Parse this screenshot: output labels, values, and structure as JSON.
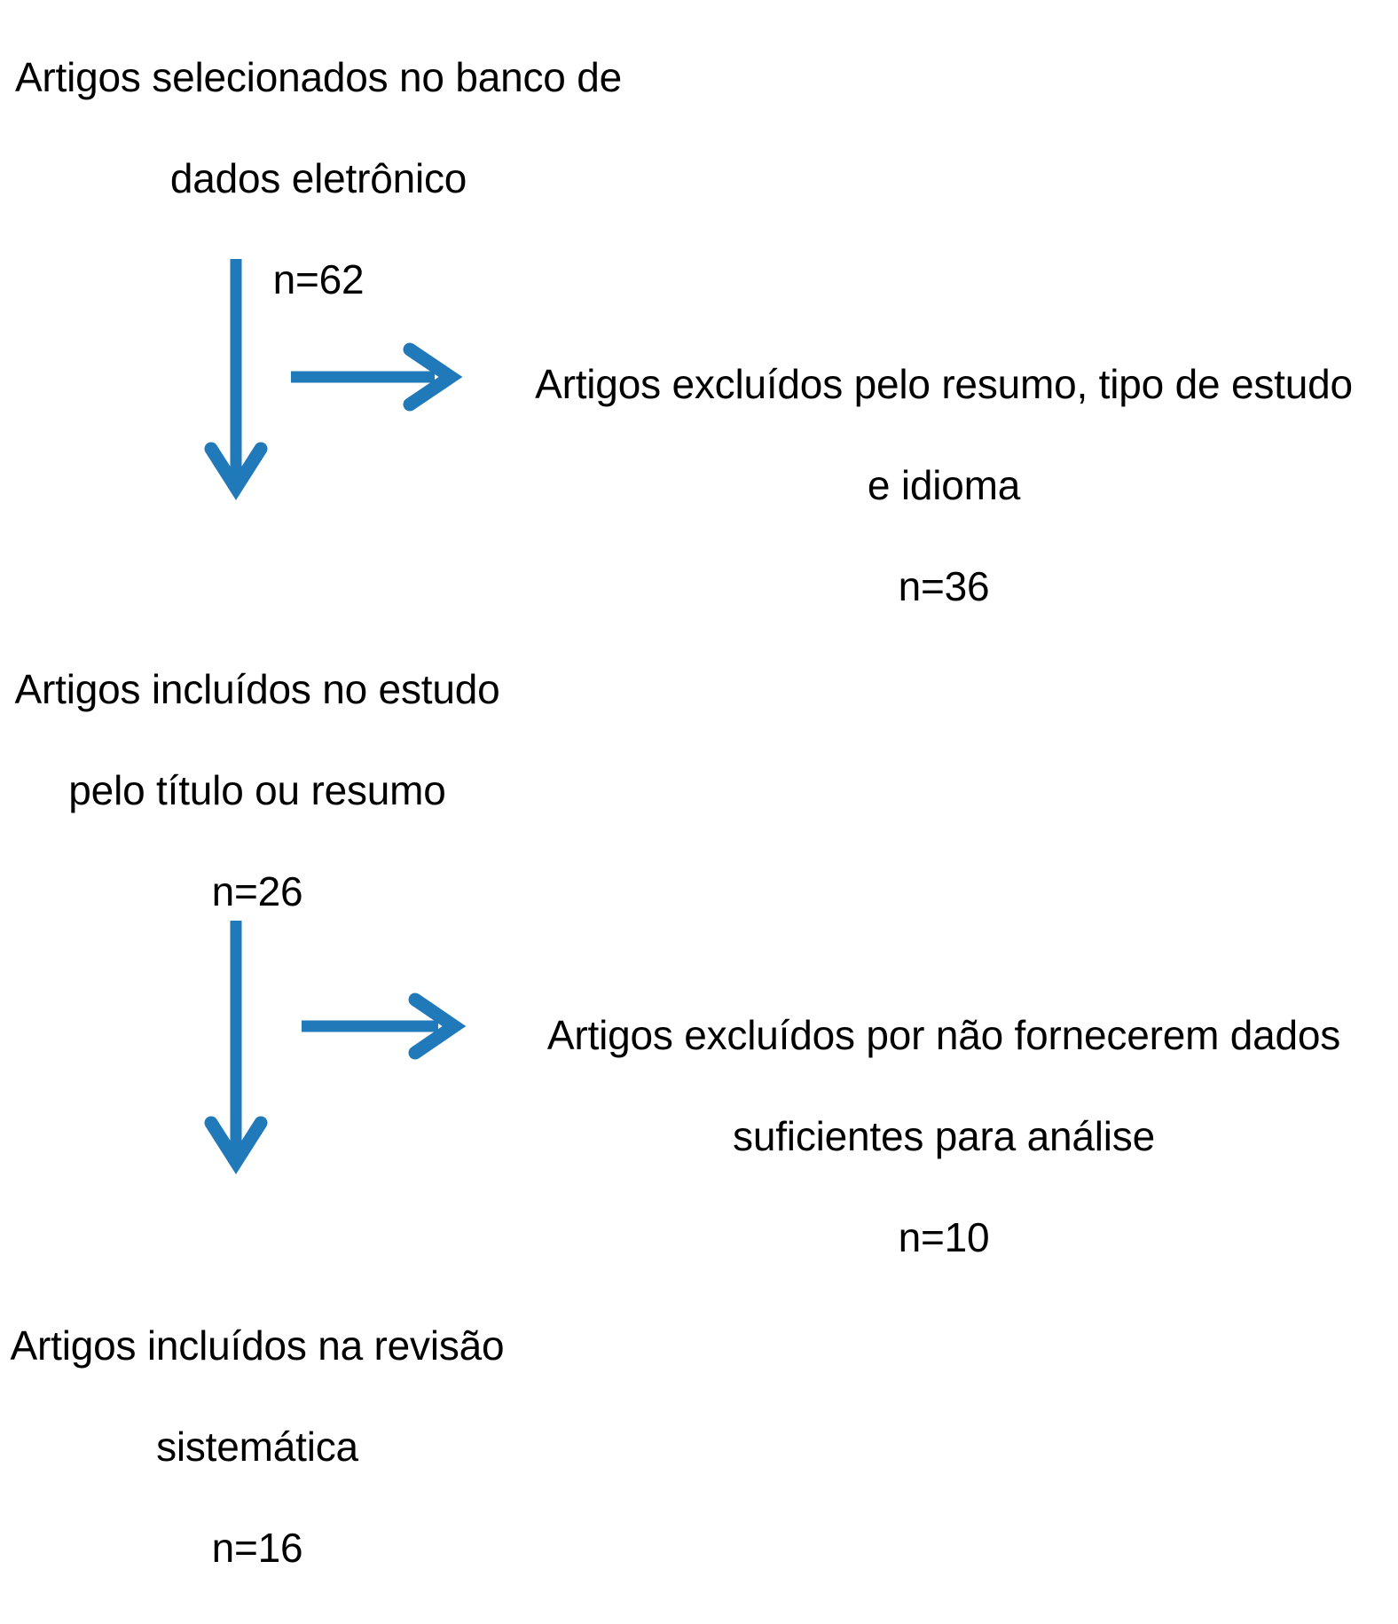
{
  "diagram": {
    "type": "prisma-flow-diagram",
    "language": "pt-BR",
    "accent_color": "#2079B8",
    "text_color": "#000000",
    "background_color": "#FFFFFF",
    "nodes": [
      {
        "id": "records-identified",
        "role": "source",
        "line1": "Artigos selecionados no banco de",
        "line2": "dados eletrônico",
        "count": "n=62"
      },
      {
        "id": "excluded-abstract",
        "role": "exclusion",
        "line1": "Artigos excluídos pelo resumo, tipo de estudo",
        "line2": "e idioma",
        "count": "n=36"
      },
      {
        "id": "included-title",
        "role": "screening",
        "line1": "Artigos incluídos no estudo",
        "line2": "pelo título ou resumo",
        "count": "n=26"
      },
      {
        "id": "excluded-insufficient",
        "role": "exclusion",
        "line1": "Artigos excluídos por não fornecerem dados",
        "line2": "suficientes para análise",
        "count": "n=10"
      },
      {
        "id": "included-review",
        "role": "final",
        "line1": "Artigos incluídos na revisão",
        "line2": "sistemática",
        "count": "n=16"
      }
    ],
    "connectors": [
      {
        "id": "down-1",
        "direction": "down",
        "from": "records-identified",
        "to": "included-title"
      },
      {
        "id": "right-1",
        "direction": "right",
        "from": "records-identified",
        "to": "excluded-abstract"
      },
      {
        "id": "down-2",
        "direction": "down",
        "from": "included-title",
        "to": "included-review"
      },
      {
        "id": "right-2",
        "direction": "right",
        "from": "included-title",
        "to": "excluded-insufficient"
      }
    ]
  }
}
